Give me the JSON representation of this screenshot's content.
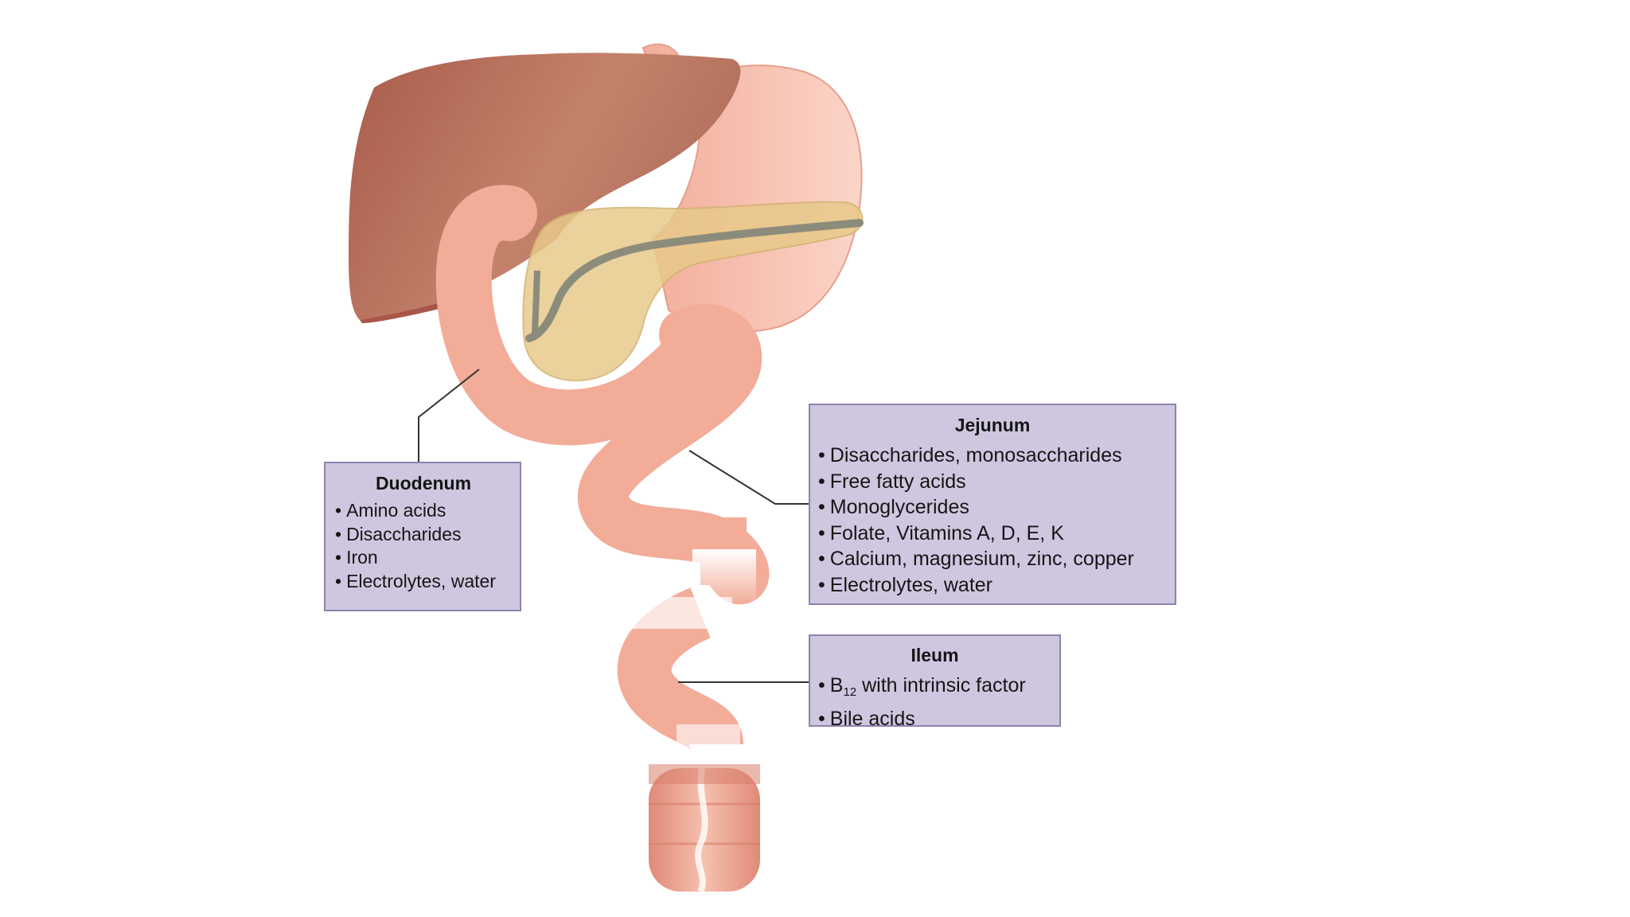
{
  "labels": {
    "duodenum": {
      "title": "Duodenum",
      "items": [
        "Amino acids",
        "Disaccharides",
        "Iron",
        "Electrolytes, water"
      ]
    },
    "jejunum": {
      "title": "Jejunum",
      "items": [
        "Disaccharides, monosaccharides",
        "Free fatty acids",
        "Monoglycerides",
        "Folate, Vitamins A, D, E, K",
        "Calcium, magnesium, zinc, copper",
        "Electrolytes, water"
      ]
    },
    "ileum": {
      "title": "Ileum",
      "b12_letter": "B",
      "b12_subscript": "12",
      "b12_rest": " with intrinsic factor",
      "items": [
        "Bile acids"
      ]
    }
  },
  "colors": {
    "liver": "#b87560",
    "stomach": "#f5b9a8",
    "pancreas": "#e8c98a",
    "intestine": "#f0a490",
    "label_box": "#cfc7e0"
  }
}
